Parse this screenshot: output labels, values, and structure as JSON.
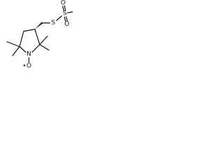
{
  "molecule": {
    "atoms": {
      "s_thio": "S",
      "s_sulfonyl": "S",
      "o_top": "O",
      "o_bottom": "O",
      "n_ring": "N",
      "o_nitroxide": "O"
    },
    "stereo": "wedge-bond",
    "radical": "nitroxide-radical-dot"
  }
}
